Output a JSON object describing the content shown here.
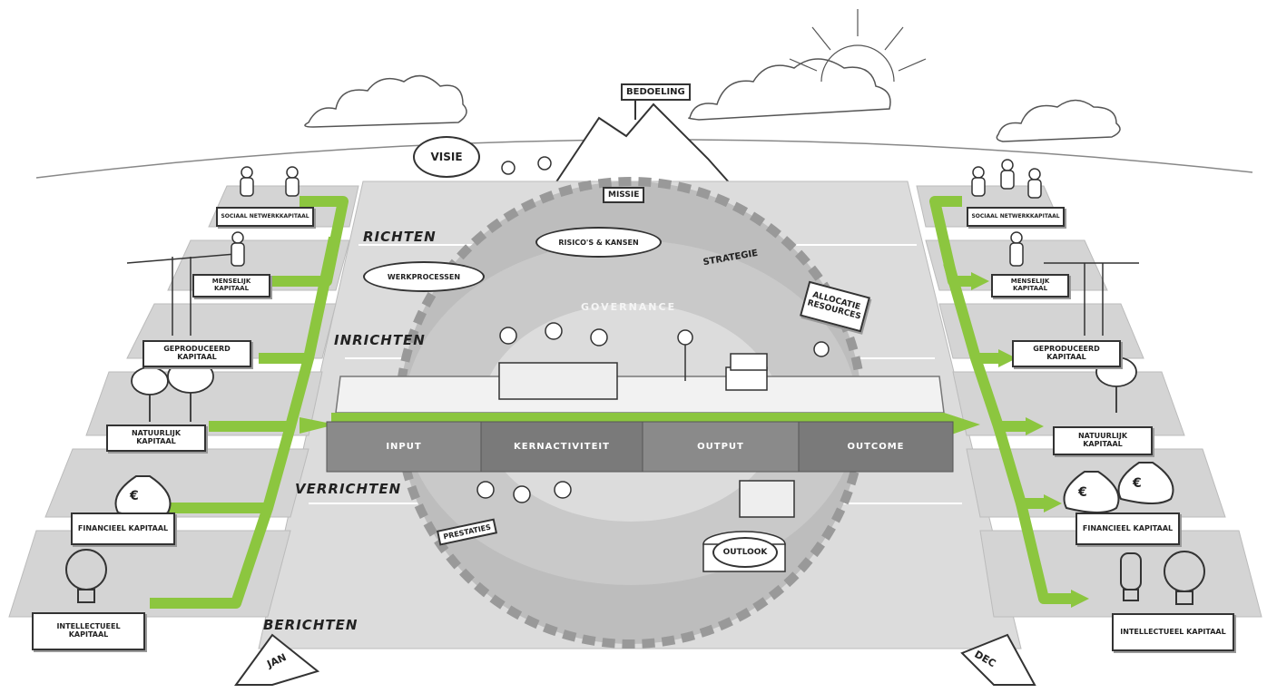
{
  "zones": {
    "richten": "RICHTEN",
    "inrichten": "INRICHTEN",
    "verrichten": "VERRICHTEN",
    "berichten": "BERICHTEN"
  },
  "sky": {
    "bedoeling": "BEDOELING",
    "missie": "MISSIE",
    "visie": "VISIE"
  },
  "strategy": {
    "risicos": "RISICO'S & KANSEN",
    "werkprocessen": "WERKPROCESSEN",
    "strategie": "STRATEGIE",
    "allocatie": "ALLOCATIE RESOURCES",
    "governance": "GOVERNANCE"
  },
  "process": {
    "input": "INPUT",
    "kernactiviteit": "KERNACTIVITEIT",
    "output": "OUTPUT",
    "outcome": "OUTCOME"
  },
  "bottom": {
    "prestaties": "PRESTATIES",
    "outlook": "OUTLOOK",
    "jan": "JAN",
    "dec": "DEC"
  },
  "left_capitals": [
    "SOCIAAL NETWERKKAPITAAL",
    "MENSELIJK KAPITAAL",
    "GEPRODUCEERD KAPITAAL",
    "NATUURLIJK KAPITAAL",
    "FINANCIEEL KAPITAAL",
    "INTELLECTUEEL KAPITAAL"
  ],
  "right_capitals": [
    "SOCIAAL NETWERKKAPITAAL",
    "MENSELIJK KAPITAAL",
    "GEPRODUCEERD KAPITAAL",
    "NATUURLIJK KAPITAAL",
    "FINANCIEEL KAPITAAL",
    "INTELLECTUEEL KAPITAAL"
  ],
  "icons": {
    "euro": "€",
    "euro2": "€"
  },
  "colors": {
    "green": "#8cc63f",
    "grey_light": "#dcdcdc",
    "grey_mid": "#c6c6c6",
    "grey_dark": "#7a7a7a",
    "line": "#333333"
  }
}
